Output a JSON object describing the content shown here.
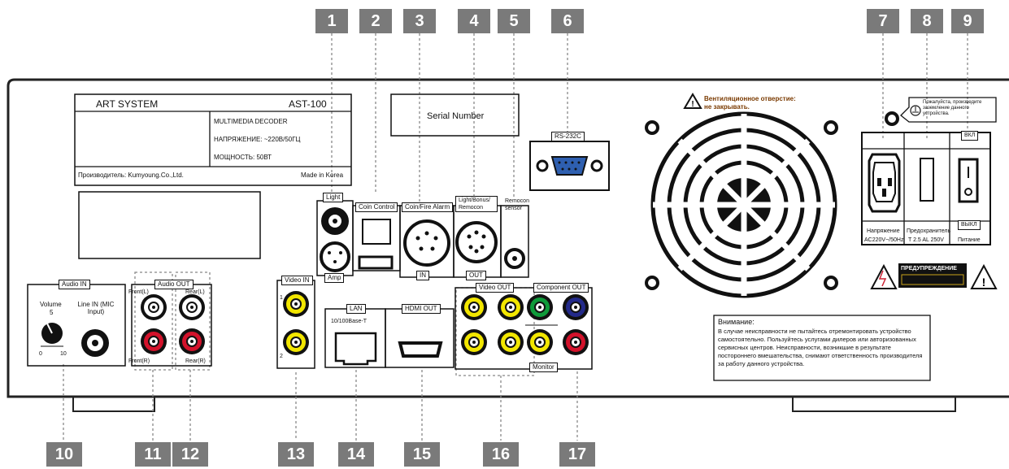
{
  "callouts": [
    "1",
    "2",
    "3",
    "4",
    "5",
    "6",
    "7",
    "8",
    "9",
    "10",
    "11",
    "12",
    "13",
    "14",
    "15",
    "16",
    "17"
  ],
  "rating_label": {
    "brand": "ART SYSTEM",
    "model": "AST-100",
    "product": "MULTIMEDIA DECODER",
    "voltage": "НАПРЯЖЕНИЕ: ~220В/50ГЦ",
    "power": "МОЩНОСТЬ: 50ВТ",
    "manufacturer": "Производитель: Kumyoung.Co.,Ltd.",
    "origin": "Made in Korea"
  },
  "serial_label": "Serial Number",
  "ports": {
    "rs232": "RS-232C",
    "light": "Light",
    "amp": "Amp",
    "coin_control": "Coin Control",
    "coin_fire": "Coin/Fire Alarm",
    "in": "IN",
    "light_bonus": "Light/Bonus/ Remocon",
    "out": "OUT",
    "remocon_sensor": "Remocon sensor",
    "audio_in": "Audio IN",
    "volume": "Volume",
    "volume_value": "5",
    "volume_min": "0",
    "volume_max": "10",
    "line_in": "Line IN (MIC Input)",
    "audio_out": "Audio OUT",
    "front_l": "Front(L)",
    "front_r": "Front(R)",
    "rear_l": "Rear(L)",
    "rear_r": "Rear(R)",
    "video_in": "Video IN",
    "video_in_1": "1",
    "video_in_2": "2",
    "lan": "LAN",
    "lan_speed": "10/100Base-T",
    "hdmi_out": "HDMI OUT",
    "video_out": "Video OUT",
    "component_out": "Component OUT",
    "monitor": "Monitor"
  },
  "vent_warning": "Вентиляционное отверстие: не закрывать.",
  "ground_note": "Пожалуйста, произведите заземление данного устройства.",
  "power_panel": {
    "on": "ВКЛ",
    "off": "ВЫКЛ",
    "voltage_title": "Напряжение",
    "voltage_value": "AC220V~/50Hz",
    "fuse_title": "Предохранитель",
    "fuse_value": "T 2.5 AL 250V",
    "power_title": "Питание"
  },
  "warning_badge": "ПРЕДУПРЕЖДЕНИЕ",
  "caution": {
    "title": "Внимание:",
    "text": "В случае неисправности не пытайтесь отремонтировать устройство самостоятельно. Пользуйтесь услугами дилеров или авторизованных сервисных центров. Неисправности, возникшие в результате постороннего вмешательства, снимают ответственность производителя за работу данного устройства."
  },
  "colors": {
    "callout_bg": "#7a7a7a",
    "rca_yellow": "#f2e600",
    "rca_red": "#d3122b",
    "rca_green": "#0f9b3a",
    "rca_blue": "#232a8a",
    "rs232_blue": "#2e5fb0"
  }
}
